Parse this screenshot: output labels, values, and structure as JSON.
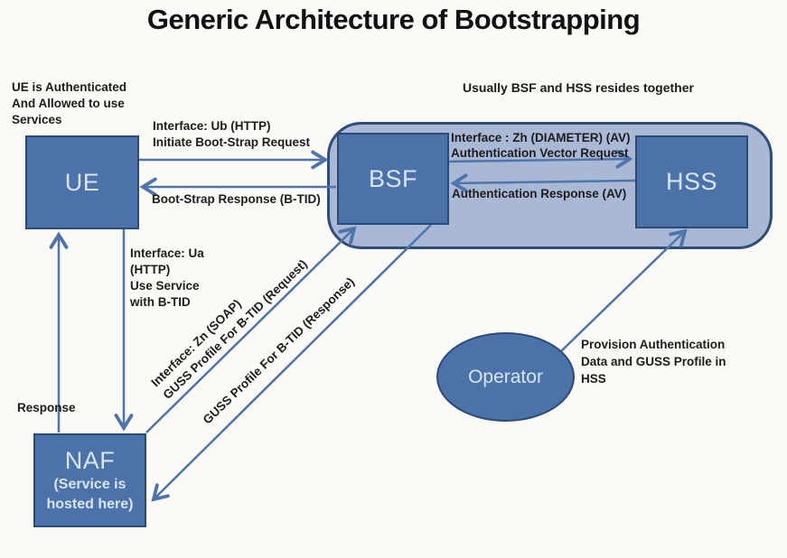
{
  "title": "Generic Architecture of Bootstrapping",
  "colors": {
    "node_fill": "#4b73a9",
    "node_border": "#2c4a77",
    "group_fill": "#a9b8d5",
    "group_border": "#2e4d78",
    "arrow": "#4e74ac",
    "node_text": "#d9e4f2",
    "label_text": "#1c1c1c",
    "background": "#fbfaf7"
  },
  "nodes": {
    "ue": {
      "label": "UE"
    },
    "bsf": {
      "label": "BSF"
    },
    "hss": {
      "label": "HSS"
    },
    "naf": {
      "label": "NAF",
      "sublabel": "(Service is\nhosted here)"
    },
    "operator": {
      "label": "Operator"
    }
  },
  "labels": {
    "ue_note": "UE is Authenticated\nAnd Allowed to use\nServices",
    "together_note": "Usually BSF and HSS resides together",
    "ub": "Interface: Ub (HTTP)\nInitiate Boot-Strap Request",
    "bootstrap_response": "Boot-Strap Response (B-TID)",
    "zh": "Interface : Zh (DIAMETER) (AV)\nAuthentication Vector  Request",
    "auth_response": "Authentication Response (AV)",
    "ua": "Interface: Ua\n(HTTP)\nUse Service\nwith B-TID",
    "response": "Response",
    "zn_request": "Interface: Zn (SOAP)\nGUSS Profile For B-TID (Request)",
    "guss_response": "GUSS Profile For B-TID (Response)",
    "provision": "Provision Authentication\nData and GUSS Profile in\nHSS"
  }
}
